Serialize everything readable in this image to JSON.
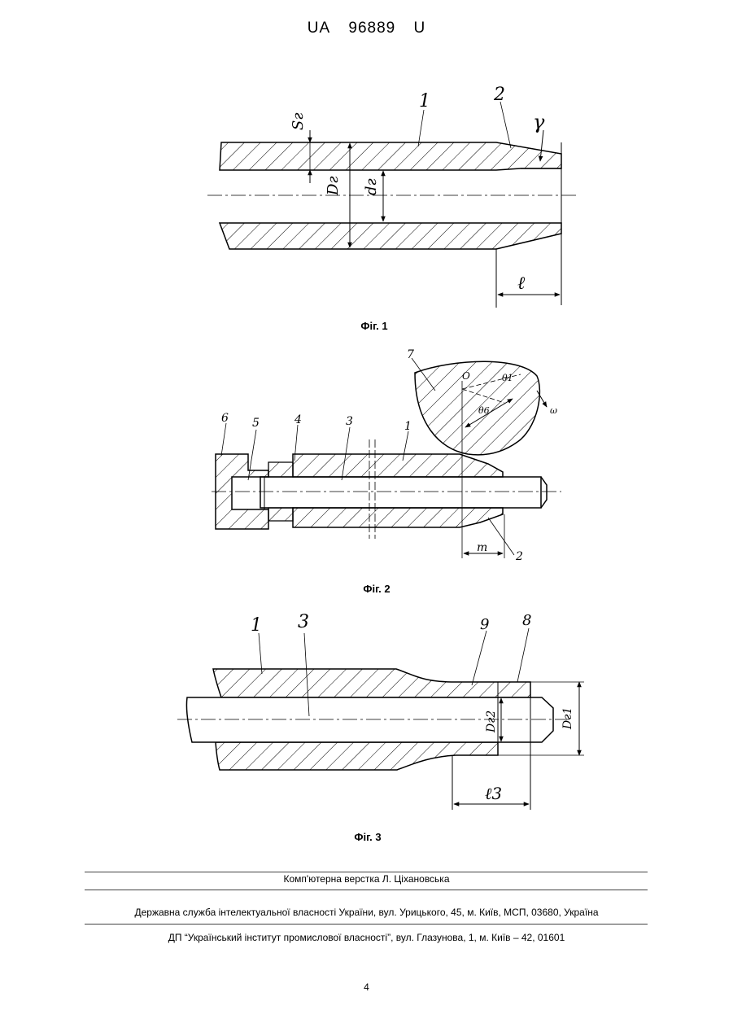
{
  "header": {
    "country": "UA",
    "number": "96889",
    "kind": "U"
  },
  "figures": [
    {
      "caption": "Фіг. 1",
      "labels": {
        "part1": "1",
        "part2": "2",
        "wall": "Sг",
        "outer_d": "Dг",
        "inner_d": "dг",
        "angle": "γ",
        "length": "ℓ"
      }
    },
    {
      "caption": "Фіг. 2",
      "labels": {
        "part1": "1",
        "part2": "2",
        "part3": "3",
        "part4": "4",
        "part5": "5",
        "part6": "6",
        "part7": "7",
        "center": "O",
        "angle_1": "θ1",
        "angle_6": "θ6",
        "rotation": "ω",
        "offset": "m"
      }
    },
    {
      "caption": "Фіг. 3",
      "labels": {
        "part1": "1",
        "part3": "3",
        "part8": "8",
        "part9": "9",
        "d1": "Dг1",
        "d2": "Dг2",
        "length": "ℓ3"
      }
    }
  ],
  "footer": {
    "typesetting": "Комп'ютерна верстка Л. Ціхановська",
    "office": "Державна служба інтелектуальної власності України, вул. Урицького, 45, м. Київ, МСП, 03680, Україна",
    "institute": "ДП “Український інститут промислової власності”, вул. Глазунова, 1, м. Київ – 42, 01601"
  },
  "page_number": "4"
}
